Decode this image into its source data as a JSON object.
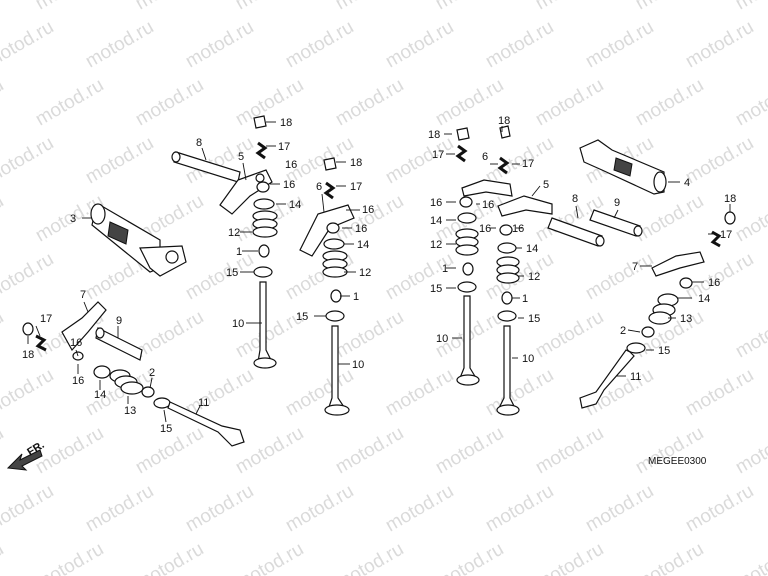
{
  "watermark": "motod.ru",
  "diagram_code": "MEGEE0300",
  "front_marker": "FR.",
  "callouts": [
    {
      "text": "18"
    },
    {
      "text": "17"
    },
    {
      "text": "8"
    },
    {
      "text": "5"
    },
    {
      "text": "16"
    },
    {
      "text": "16"
    },
    {
      "text": "14"
    },
    {
      "text": "3"
    },
    {
      "text": "12"
    },
    {
      "text": "1"
    },
    {
      "text": "15"
    },
    {
      "text": "10"
    },
    {
      "text": "6"
    },
    {
      "text": "18"
    },
    {
      "text": "17"
    },
    {
      "text": "16"
    },
    {
      "text": "16"
    },
    {
      "text": "14"
    },
    {
      "text": "12"
    },
    {
      "text": "1"
    },
    {
      "text": "15"
    },
    {
      "text": "10"
    },
    {
      "text": "7"
    },
    {
      "text": "9"
    },
    {
      "text": "17"
    },
    {
      "text": "16"
    },
    {
      "text": "18"
    },
    {
      "text": "16"
    },
    {
      "text": "2"
    },
    {
      "text": "14"
    },
    {
      "text": "13"
    },
    {
      "text": "11"
    },
    {
      "text": "15"
    },
    {
      "text": "18"
    },
    {
      "text": "18"
    },
    {
      "text": "17"
    },
    {
      "text": "6"
    },
    {
      "text": "17"
    },
    {
      "text": "5"
    },
    {
      "text": "16"
    },
    {
      "text": "16"
    },
    {
      "text": "14"
    },
    {
      "text": "16"
    },
    {
      "text": "16"
    },
    {
      "text": "12"
    },
    {
      "text": "14"
    },
    {
      "text": "1"
    },
    {
      "text": "12"
    },
    {
      "text": "15"
    },
    {
      "text": "1"
    },
    {
      "text": "15"
    },
    {
      "text": "10"
    },
    {
      "text": "10"
    },
    {
      "text": "8"
    },
    {
      "text": "9"
    },
    {
      "text": "4"
    },
    {
      "text": "18"
    },
    {
      "text": "17"
    },
    {
      "text": "7"
    },
    {
      "text": "16"
    },
    {
      "text": "14"
    },
    {
      "text": "13"
    },
    {
      "text": "2"
    },
    {
      "text": "15"
    },
    {
      "text": "11"
    }
  ]
}
